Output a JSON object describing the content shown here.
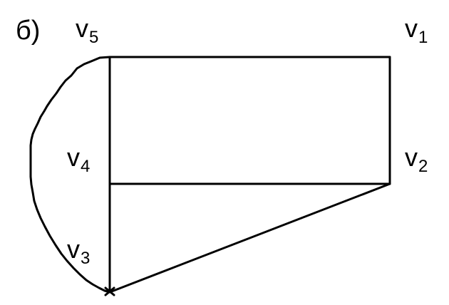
{
  "part_label": "б)",
  "vertices": [
    {
      "id": "v1",
      "letter": "v",
      "index": "1"
    },
    {
      "id": "v2",
      "letter": "v",
      "index": "2"
    },
    {
      "id": "v3",
      "letter": "v",
      "index": "3"
    },
    {
      "id": "v4",
      "letter": "v",
      "index": "4"
    },
    {
      "id": "v5",
      "letter": "v",
      "index": "5"
    }
  ],
  "edges": [
    {
      "from": "v5",
      "to": "v1"
    },
    {
      "from": "v1",
      "to": "v2"
    },
    {
      "from": "v2",
      "to": "v4"
    },
    {
      "from": "v4",
      "to": "v5"
    },
    {
      "from": "v4",
      "to": "v3"
    },
    {
      "from": "v3",
      "to": "v2"
    },
    {
      "from": "v5",
      "to": "v3",
      "curved": true
    }
  ],
  "colors": {
    "stroke": "#000000",
    "background": "#ffffff"
  }
}
